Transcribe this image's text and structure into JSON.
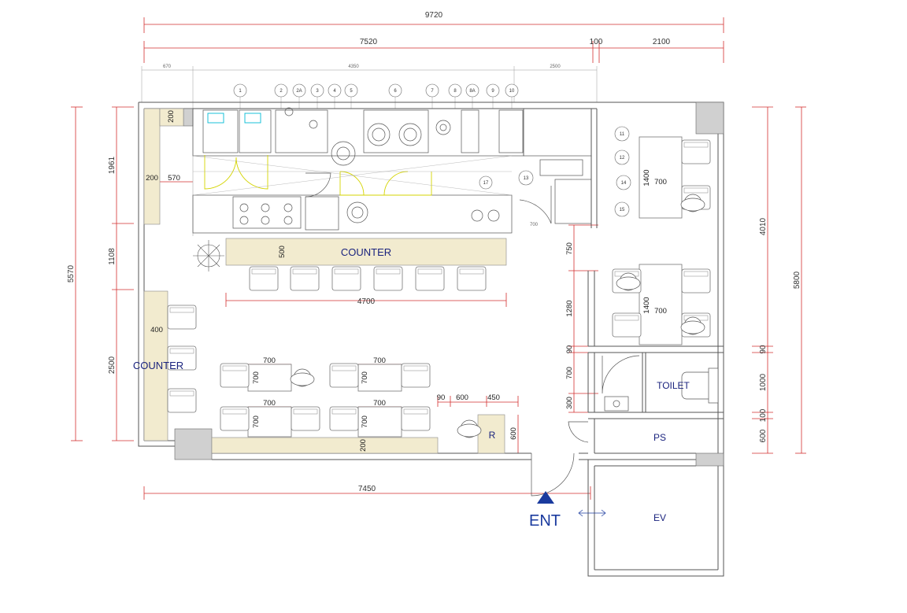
{
  "dimensions": {
    "top_overall": "9720",
    "top_left": "7520",
    "top_mid": "100",
    "top_right": "2100",
    "small_left": "670",
    "small_mid": "4350",
    "small_right": "2500",
    "left_total": "5570",
    "left_1": "1961",
    "left_2": "1108",
    "left_3": "2500",
    "right_total": "5800",
    "right_1": "4010",
    "right_2": "90",
    "right_3": "1000",
    "right_4": "100",
    "right_5": "600",
    "bottom": "7450",
    "counter_length": "4700",
    "counter_depth": "500",
    "d_200a": "200",
    "d_200b": "200",
    "d_570": "570",
    "d_400": "400",
    "table_700": "700",
    "table_1400": "1400",
    "inner_750": "750",
    "inner_1280": "1280",
    "inner_90": "90",
    "inner_700": "700",
    "inner_300": "300",
    "d_90": "90",
    "d_600": "600",
    "d_450": "450",
    "d_600v": "600",
    "d_200c": "200",
    "small_700": "700"
  },
  "equipment_numbers": [
    "1",
    "2",
    "2A",
    "3",
    "4",
    "5",
    "6",
    "7",
    "8",
    "8A",
    "9",
    "10",
    "11",
    "12",
    "13",
    "14",
    "15",
    "17"
  ],
  "labels": {
    "counter_main": "COUNTER",
    "counter_left": "COUNTER",
    "toilet": "TOILET",
    "ps": "PS",
    "ev": "EV",
    "ent": "ENT",
    "r": "R"
  },
  "colors": {
    "counter_fill": "#f2ebcf",
    "dim_red": "#d32f2f",
    "label_blue": "#1a237e",
    "yellow_door": "#e0e000",
    "cyan_sink": "#00bcd4",
    "wall_gray": "#d0d0d0"
  }
}
